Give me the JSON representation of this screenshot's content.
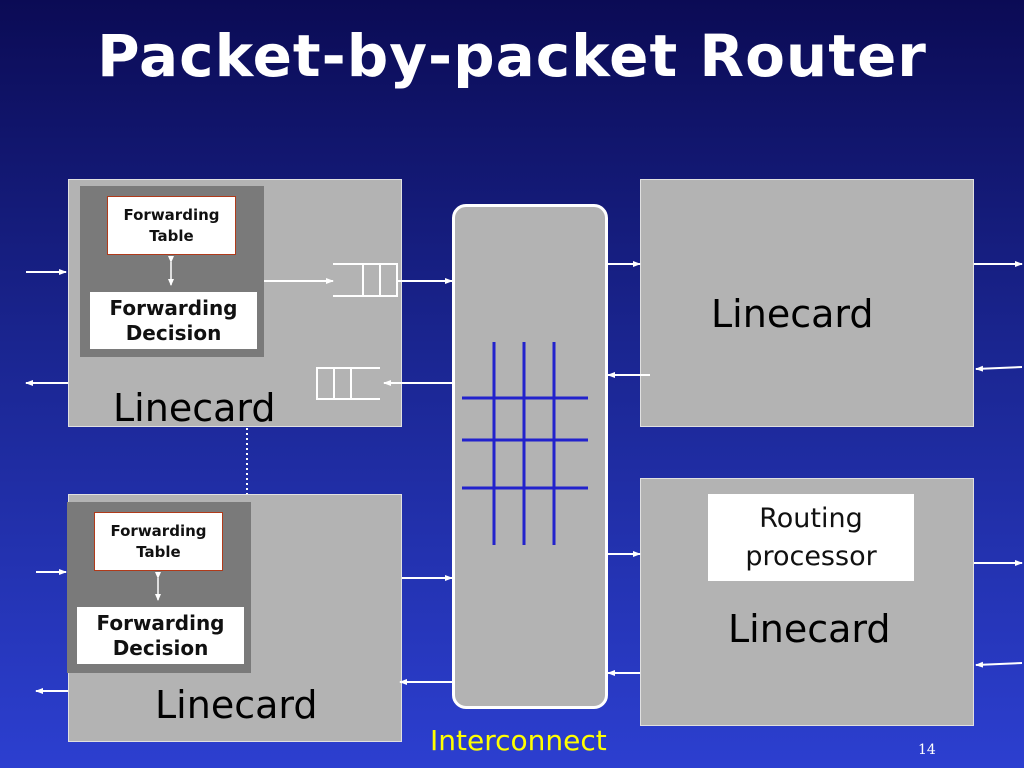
{
  "title": "Packet-by-packet Router",
  "linecards": {
    "top_left": {
      "label": "Linecard",
      "forwarding_table": "Forwarding\nTable",
      "forwarding_decision": "Forwarding\nDecision"
    },
    "bottom_left": {
      "label": "Linecard",
      "forwarding_table": "Forwarding\nTable",
      "forwarding_decision": "Forwarding\nDecision"
    },
    "top_right": {
      "label": "Linecard"
    },
    "bottom_right": {
      "label": "Linecard",
      "routing_processor": "Routing\nprocessor"
    }
  },
  "interconnect_label": "Interconnect",
  "page_number": "14",
  "colors": {
    "background_top": "#0b0b55",
    "background_bottom": "#2c3fd0",
    "card": "#b3b3b3",
    "inner_panel": "#7a7a7a",
    "crossbar": "#2222cc",
    "interconnect_label": "#ffff00"
  }
}
